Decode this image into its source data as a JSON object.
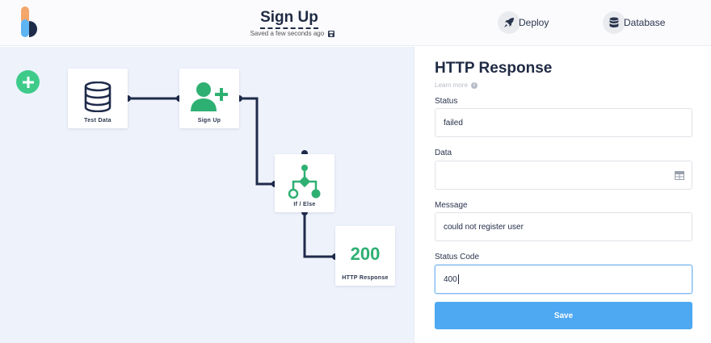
{
  "header": {
    "title": "Sign Up",
    "saved_text": "Saved a few seconds ago",
    "deploy_label": "Deploy",
    "database_label": "Database"
  },
  "flow": {
    "nodes": [
      {
        "label": "Test Data",
        "icon": "database-icon"
      },
      {
        "label": "Sign Up",
        "icon": "add-user-icon"
      },
      {
        "label": "If / Else",
        "icon": "branch-icon"
      },
      {
        "label": "HTTP Response",
        "code": "200"
      }
    ]
  },
  "panel": {
    "title": "HTTP Response",
    "learn_more": "Learn more",
    "fields": {
      "status": {
        "label": "Status",
        "value": "failed"
      },
      "data": {
        "label": "Data",
        "value": ""
      },
      "message": {
        "label": "Message",
        "value": "could not register user"
      },
      "status_code": {
        "label": "Status Code",
        "value": "400"
      }
    },
    "save_label": "Save"
  },
  "colors": {
    "accent_green": "#3ecb8a",
    "node_green": "#2fb073",
    "navy": "#1f2a44",
    "button_blue": "#4ea8f2",
    "canvas_bg": "#eef2fb"
  }
}
